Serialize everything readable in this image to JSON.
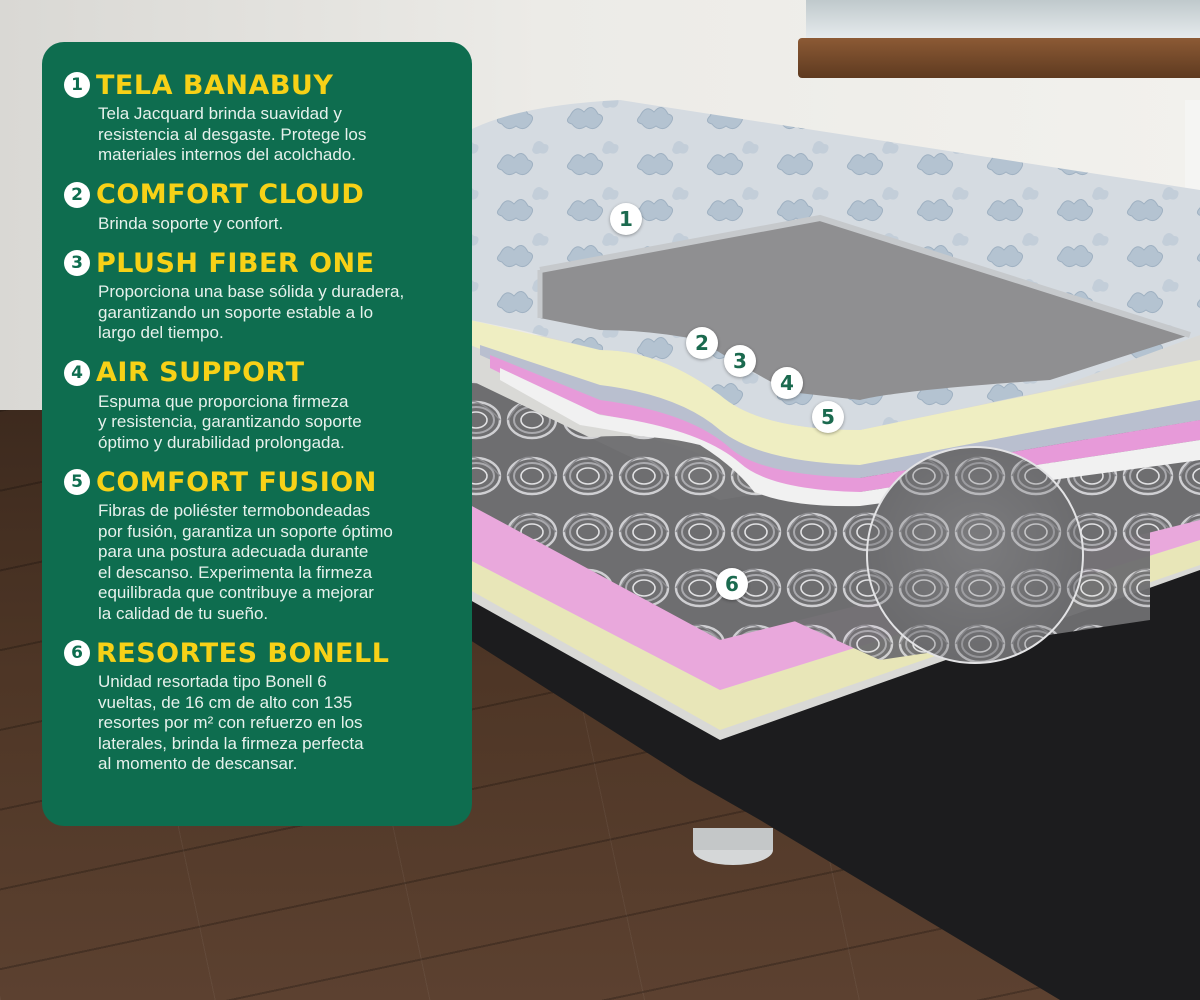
{
  "items": [
    {
      "number": "1",
      "title": "TELA BANABUY",
      "description": "Tela Jacquard brinda suavidad y\nresistencia al desgaste. Protege los\nmateriales internos del acolchado."
    },
    {
      "number": "2",
      "title": "COMFORT CLOUD",
      "description": "Brinda soporte y confort."
    },
    {
      "number": "3",
      "title": "PLUSH FIBER ONE",
      "description": "Proporciona una base sólida y duradera,\ngarantizando un soporte estable a lo\nlargo del tiempo."
    },
    {
      "number": "4",
      "title": "AIR SUPPORT",
      "description": "Espuma que proporciona firmeza\ny resistencia, garantizando soporte\nóptimo y durabilidad prolongada."
    },
    {
      "number": "5",
      "title": "COMFORT FUSION",
      "description": "Fibras de poliéster termobondeadas\npor fusión, garantiza un soporte óptimo\npara una postura adecuada durante\nel descanso. Experimenta la firmeza\nequilibrada que contribuye a mejorar\nla calidad de tu sueño."
    },
    {
      "number": "6",
      "title": "RESORTES BONELL",
      "description": "Unidad resortada tipo Bonell 6\nvueltas, de 16 cm de alto con 135\nresortes por m² con refuerzo en los\nlaterales, brinda la firmeza perfecta\nal momento de descansar."
    }
  ],
  "badges": [
    "1",
    "2",
    "3",
    "4",
    "5",
    "6"
  ],
  "colors": {
    "panel": "#0e6d4f",
    "title": "#f7d117",
    "description": "#e6f1ec",
    "badge_bg": "#ffffff",
    "badge_text": "#1b6a4f",
    "layer_cloud": "#efeec2",
    "layer_plush": "#b9bfcf",
    "layer_air": "#e79ad9",
    "layer_fusion": "#f1f1f1"
  }
}
